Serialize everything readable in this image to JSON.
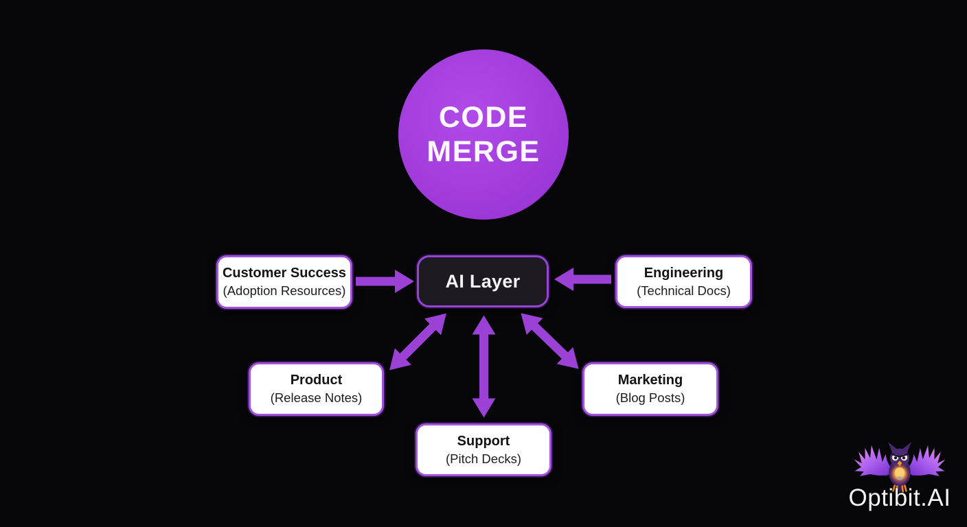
{
  "colors": {
    "background": "#070608",
    "accent_purple": "#9b41d6",
    "circle_purple": "#a23ddc",
    "box_border_purple": "#a155d9",
    "ai_box_background": "#1d1a21",
    "white_box_background": "#fefdff",
    "dark_text": "#141414",
    "light_text": "#ffffff"
  },
  "hub": {
    "line1": "CODE",
    "line2": "MERGE"
  },
  "center": {
    "label": "AI Layer"
  },
  "nodes": [
    {
      "title": "Customer Success",
      "subtitle": "(Adoption Resources)"
    },
    {
      "title": "Engineering",
      "subtitle": "(Technical Docs)"
    },
    {
      "title": "Product",
      "subtitle": "(Release Notes)"
    },
    {
      "title": "Marketing",
      "subtitle": "(Blog Posts)"
    },
    {
      "title": "Support",
      "subtitle": "(Pitch Decks)"
    }
  ],
  "connections": [
    {
      "from": "Customer Success",
      "to": "AI Layer",
      "bidirectional": false
    },
    {
      "from": "Engineering",
      "to": "AI Layer",
      "bidirectional": false
    },
    {
      "from": "AI Layer",
      "to": "Product",
      "bidirectional": true
    },
    {
      "from": "AI Layer",
      "to": "Support",
      "bidirectional": true
    },
    {
      "from": "AI Layer",
      "to": "Marketing",
      "bidirectional": true
    }
  ],
  "branding": {
    "logo_text": "Optibit.AI",
    "logo_icon": "owl-lightbulb-icon"
  }
}
